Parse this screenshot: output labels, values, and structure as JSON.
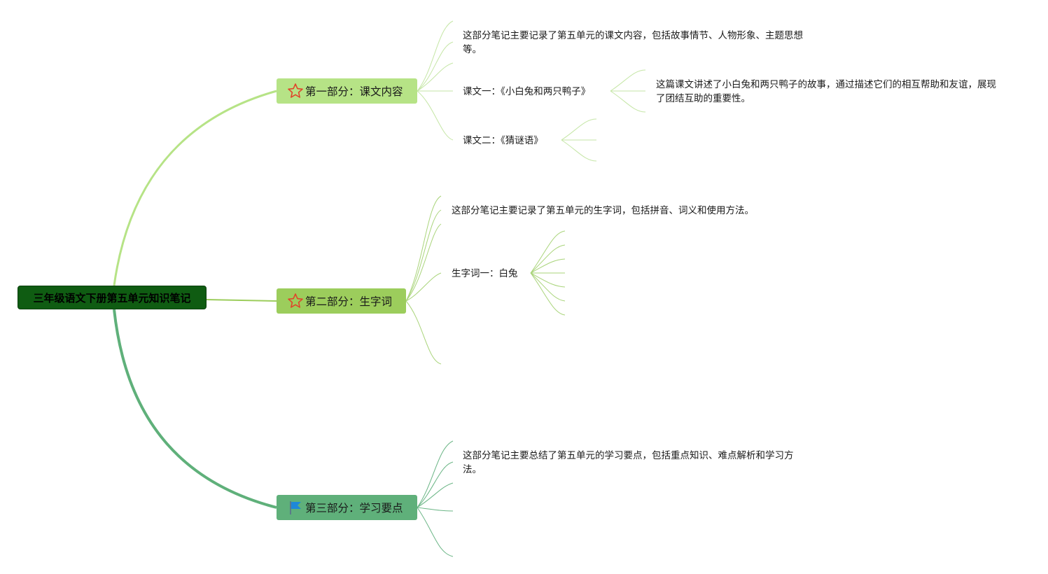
{
  "root": {
    "label": "三年级语文下册第五单元知识笔记"
  },
  "topics": [
    {
      "label": "第一部分：课文内容",
      "icon": "star-icon",
      "desc": "这部分笔记主要记录了第五单元的课文内容，包括故事情节、人物形象、主题思想等。",
      "lessons": [
        {
          "label": "课文一：《小白兔和两只鸭子》",
          "desc": "这篇课文讲述了小白兔和两只鸭子的故事，通过描述它们的相互帮助和友谊，展现了团结互助的重要性。"
        },
        {
          "label": "课文二：《猜谜语》"
        }
      ]
    },
    {
      "label": "第二部分：生字词",
      "icon": "star-icon",
      "desc": "这部分笔记主要记录了第五单元的生字词，包括拼音、词义和使用方法。",
      "words": [
        {
          "label": "生字词一：白兔"
        }
      ]
    },
    {
      "label": "第三部分：学习要点",
      "icon": "flag-icon",
      "desc": "这部分笔记主要总结了第五单元的学习要点，包括重点知识、难点解析和学习方法。"
    }
  ],
  "colors": {
    "root_bg": "#0f5c12",
    "topic1": "#b6e386",
    "topic2": "#9ccd5c",
    "topic3": "#5fb07a",
    "star_stroke": "#e0452b",
    "flag": "#1e88d8"
  }
}
